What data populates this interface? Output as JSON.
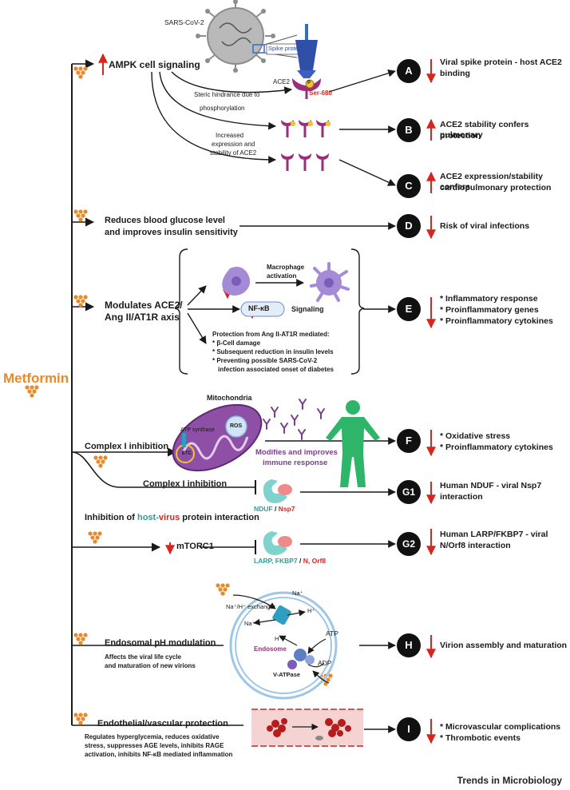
{
  "root": "Metformin",
  "virus": {
    "name": "SARS-CoV-2",
    "spike": "Spike protein",
    "receptor": "ACE2",
    "site": "Ser-680",
    "phospho": "P"
  },
  "rows": {
    "ampk": {
      "label": "AMPK cell signaling",
      "steric1": "Steric hindrance due to",
      "steric2": "phosphorylation",
      "expr1": "Increased",
      "expr2": "expression and",
      "expr3": "stability of ACE2"
    },
    "glucose": {
      "line1": "Reduces blood glucose level",
      "line2": "and improves insulin sensitivity"
    },
    "ace2axis": {
      "line1": "Modulates ACE2/",
      "line2": "Ang II/AT1R axis",
      "macro1": "Macrophage",
      "macro2": "activation",
      "nfkb": "NF-κB",
      "signaling": "Signaling",
      "prot_title": "Protection from Ang II-AT1R mediated:",
      "prot1": "* β-Cell damage",
      "prot2": "* Subsequent reduction in insulin levels",
      "prot3": "* Preventing possible SARS-CoV-2",
      "prot4": "infection associated onset of diabetes"
    },
    "complex1": {
      "label": "Complex I inhibition",
      "mito": "Mitochondria",
      "atp_synthase": "ATP synthase",
      "ros": "ROS",
      "etc": "ETC",
      "mod1": "Modifies and improves",
      "mod2": "immune response"
    },
    "complex1b": {
      "label": "Complex I inhibition",
      "prot_a": "NDUF",
      "sep": " / ",
      "prot_b": "Nsp7"
    },
    "hostvirus": {
      "pre": "Inhibition of ",
      "host": "host",
      "dash": "-",
      "virus": "virus",
      "post": " protein interaction"
    },
    "mtorc": {
      "label": "mTORC1",
      "prot_a": "LARP, FKBP7",
      "sep": " / ",
      "prot_b": "N, Orf8"
    },
    "endo": {
      "label": "Endosomal pH modulation",
      "sub1": "Affects the  viral life cycle",
      "sub2": "and maturation of new virions",
      "exchanger": "Na⁺/H⁺ exchanger",
      "na_top": "Na⁺",
      "na_left": "Na⁺",
      "h_right": "H⁺",
      "h_in": "H⁺",
      "endosome": "Endosome",
      "atp": "ATP",
      "adp": "ADP",
      "vatpase": "V-ATPase"
    },
    "vascular": {
      "label": "Endothelial/vascular protection",
      "sub1": "Regulates hyperglycemia,  reduces oxidative",
      "sub2": "stress, suppresses AGE levels, inhibits RAGE",
      "sub3": "activation, inhibits NF-κB mediated inflammation"
    }
  },
  "outcomes": [
    {
      "id": "A",
      "lines": [
        "Viral spike protein - host ACE2",
        "binding"
      ],
      "direction": "down"
    },
    {
      "id": "B",
      "lines": [
        "ACE2 stability confers pulmonary",
        "protection"
      ],
      "direction": "up"
    },
    {
      "id": "C",
      "lines": [
        "ACE2 expression/stability confers",
        "cardiopulmonary protection"
      ],
      "direction": "up"
    },
    {
      "id": "D",
      "lines": [
        "Risk of viral infections"
      ],
      "direction": "down"
    },
    {
      "id": "E",
      "lines": [
        "* Inflammatory response",
        "* Proinflammatory genes",
        "* Proinflammatory cytokines"
      ],
      "direction": "down"
    },
    {
      "id": "F",
      "lines": [
        "* Oxidative stress",
        "* Proinflammatory cytokines"
      ],
      "direction": "down"
    },
    {
      "id": "G1",
      "lines": [
        "Human NDUF - viral Nsp7",
        "interaction"
      ],
      "direction": "down"
    },
    {
      "id": "G2",
      "lines": [
        "Human LARP/FKBP7 - viral",
        "N/Orf8 interaction"
      ],
      "direction": "down"
    },
    {
      "id": "H",
      "lines": [
        "Virion assembly and maturation"
      ],
      "direction": "down"
    },
    {
      "id": "I",
      "lines": [
        "* Microvascular complications",
        "* Thrombotic events"
      ],
      "direction": "down"
    }
  ],
  "footer": "Trends in Microbiology",
  "colors": {
    "orange": "#E8892B",
    "red": "#D7261E",
    "purple": "#7A3E8C",
    "teal": "#2E9E96",
    "green": "#2FB56A",
    "blue": "#2F6FC1"
  }
}
